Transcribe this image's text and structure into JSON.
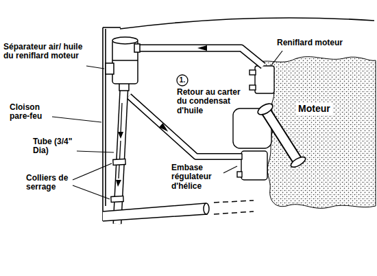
{
  "diagram": {
    "nodes": [
      {
        "text": [
          "1."
        ]
      }
    ],
    "labels": [
      "Séparateur air/ huile du reniflard moteur",
      "Reniflard moteur",
      "Retour au carter du condensat d'huile",
      "Moteur",
      "Cloison pare-feu",
      "Tube (3/4\" Dia)",
      "Colliers de serrage",
      "Embase régulateur d'hélice"
    ]
  }
}
